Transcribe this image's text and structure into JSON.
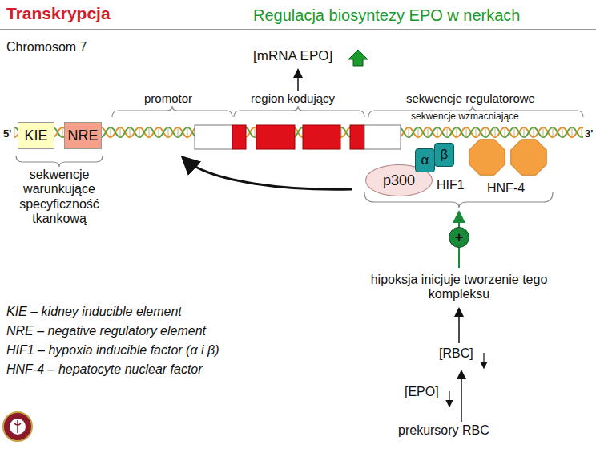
{
  "diagram": {
    "title": "Transkrypcja",
    "nodes": [
      {
        "text": [
          "KIE"
        ]
      },
      {
        "text": [
          "NRE"
        ]
      },
      {
        "text": [
          "p300"
        ]
      },
      {
        "text": [
          "α"
        ]
      },
      {
        "text": [
          "β"
        ]
      },
      {
        "text": [
          "+"
        ]
      }
    ],
    "labels": [
      "Regulacja biosyntezy EPO w nerkach",
      "Chromosom 7",
      "[mRNA EPO]",
      "promotor",
      "region kodujący",
      "sekwencje regulatorowe",
      "sekwencje wzmacniające",
      "5'",
      "3'",
      "sekwencje warunkujące specyficzność tkankową",
      "HIF1",
      "HNF-4",
      "hipoksja inicjuje tworzenie tego kompleksu",
      "[RBC]",
      "[EPO]",
      "prekursory RBC",
      "KIE – kidney inducible element",
      "NRE – negative regulatory element",
      "HIF1 – hypoxia inducible factor (α i β)",
      "HNF-4 – hepatocyte nuclear factor"
    ]
  }
}
